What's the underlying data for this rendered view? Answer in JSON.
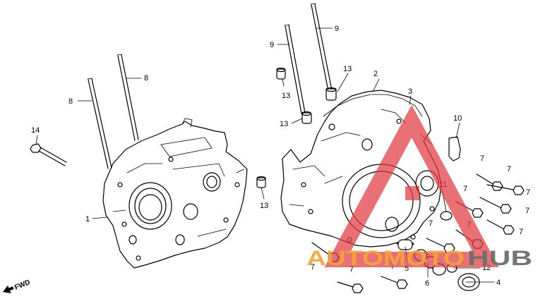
{
  "callouts": [
    "1",
    "2",
    "3",
    "4",
    "5",
    "6",
    "7",
    "8",
    "9",
    "10",
    "11",
    "12",
    "13",
    "14"
  ],
  "direction_label": "FWD",
  "watermark": {
    "part_orange": "AUTOMOTO",
    "part_gray": "HUB",
    "color_red": "#e0393e",
    "color_orange": "#f4a53a",
    "color_gray": "#6e6e6e"
  }
}
